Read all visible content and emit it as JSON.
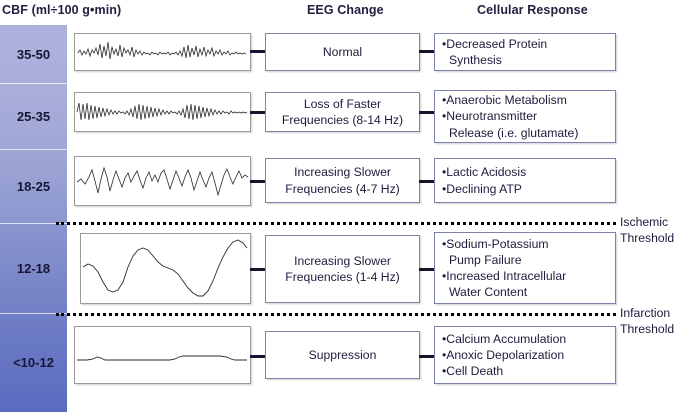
{
  "headers": {
    "cbf": "CBF (ml÷100 g•min)",
    "eeg": "EEG Change",
    "cellular": "Cellular Response"
  },
  "colors": {
    "band_top": "#aeb1de",
    "band_bottom": "#5a6bc0",
    "box_border": "#7b82ad",
    "trace_border": "#9a9a9a",
    "text": "#1c1c3c",
    "connector": "#15152e"
  },
  "rows": [
    {
      "cbf": "35-50",
      "eeg_waveform": "low-amplitude-fast-beta-trace",
      "eeg_change": "Normal",
      "cellular_response": [
        "•Decreased Protein",
        "Synthesis"
      ]
    },
    {
      "cbf": "25-35",
      "eeg_waveform": "alpha-burst-trace",
      "eeg_change": "Loss of Faster\nFrequencies (8-14 Hz)",
      "cellular_response": [
        "•Anaerobic Metabolism",
        "•Neurotransmitter",
        "Release (i.e. glutamate)"
      ]
    },
    {
      "cbf": "18-25",
      "eeg_waveform": "theta-slowing-trace",
      "eeg_change": "Increasing Slower\nFrequencies (4-7 Hz)",
      "cellular_response": [
        "•Lactic Acidosis",
        "•Declining ATP"
      ]
    },
    {
      "cbf": "12-18",
      "eeg_waveform": "delta-slow-wave-trace",
      "eeg_change": "Increasing Slower\nFrequencies (1-4 Hz)",
      "cellular_response": [
        "•Sodium-Potassium",
        "Pump Failure",
        "•Increased Intracellular",
        "Water Content"
      ]
    },
    {
      "cbf": "<10-12",
      "eeg_waveform": "suppression-flat-trace",
      "eeg_change": "Suppression",
      "cellular_response": [
        "•Calcium Accumulation",
        "•Anoxic Depolarization",
        "•Cell Death"
      ]
    }
  ],
  "thresholds": [
    {
      "label": "Ischemic\nThreshold"
    },
    {
      "label": "Infarction\nThreshold"
    }
  ]
}
